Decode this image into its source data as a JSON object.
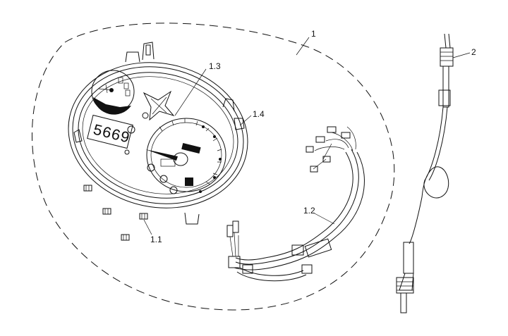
{
  "diagram": {
    "callouts": {
      "assembly": "1",
      "screws": "1.1",
      "harness": "1.2",
      "gauge": "1.3",
      "bulb": "1.4",
      "cable": "2"
    }
  }
}
